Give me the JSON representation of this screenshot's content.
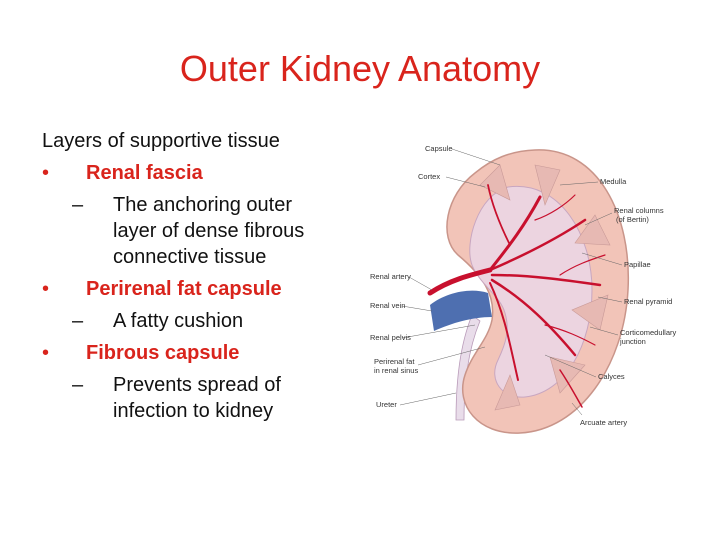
{
  "slide": {
    "title": "Outer Kidney Anatomy",
    "heading": "Layers of supportive tissue",
    "bullet_symbol": "•",
    "dash_symbol": "–",
    "items": [
      {
        "label": "Renal fascia",
        "sub": [
          "The anchoring outer",
          "layer of dense fibrous",
          "connective tissue"
        ]
      },
      {
        "label": "Perirenal fat capsule",
        "sub": [
          "A fatty cushion"
        ]
      },
      {
        "label": "Fibrous capsule",
        "sub": [
          "Prevents spread of",
          "infection to kidney"
        ]
      }
    ]
  },
  "figure": {
    "labels": {
      "capsule": "Capsule",
      "cortex": "Cortex",
      "medulla": "Medulla",
      "renal_columns_1": "Renal columns",
      "renal_columns_2": "(of Bertin)",
      "papillae": "Papillae",
      "renal_artery": "Renal artery",
      "renal_vein": "Renal vein",
      "renal_pyramid": "Renal pyramid",
      "renal_pelvis": "Renal pelvis",
      "corticomedullary_1": "Corticomedullary",
      "corticomedullary_2": "junction",
      "perirenal_fat_1": "Perirenal fat",
      "perirenal_fat_2": "in renal sinus",
      "calyces": "Calyces",
      "ureter": "Ureter",
      "arcuate_artery": "Arcuate artery"
    },
    "colors": {
      "cortex": "#f2c4b8",
      "medulla": "#ecd4e0",
      "artery": "#c8102e",
      "vein": "#4e6fb0",
      "ureter": "#e9ddea"
    }
  }
}
